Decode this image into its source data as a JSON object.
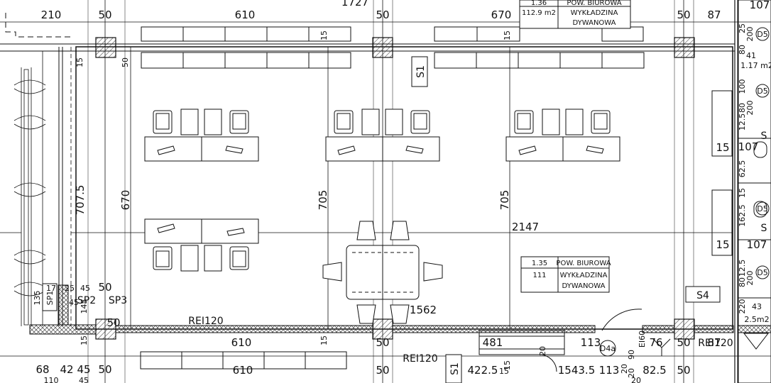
{
  "dimensions": {
    "top": [
      "210",
      "50",
      "610",
      "1727",
      "50",
      "670",
      "50",
      "87",
      "107"
    ],
    "bottom": [
      "68",
      "42",
      "45",
      "50",
      "110",
      "45",
      "610",
      "50",
      "422.5",
      "15",
      "1543.5",
      "113",
      "20",
      "82.5",
      "50"
    ],
    "wall_lower": [
      "17",
      "25",
      "45",
      "50",
      "135",
      "45",
      "145",
      "50",
      "610",
      "50",
      "1562",
      "481",
      "113",
      "76",
      "50",
      "87"
    ],
    "inner_small": [
      "15",
      "50",
      "15",
      "15",
      "15",
      "15",
      "15",
      "90",
      "20",
      "20",
      "20"
    ],
    "vertical": [
      "707.5",
      "670",
      "705",
      "705"
    ],
    "horizontal_main": "2147",
    "right_column": [
      "25",
      "80",
      "41",
      "100",
      "80",
      "12.5",
      "15",
      "62.5",
      "15",
      "162.5",
      "15",
      "12.5",
      "80",
      "220",
      "200",
      "200",
      "200"
    ],
    "right_small": [
      "107",
      "107",
      "43"
    ]
  },
  "rooms": {
    "top_right_table": {
      "coef": "1.36",
      "area": "112.9 m2",
      "type_label": "POW. BIUROWA",
      "finish_line1": "WYKŁADZINA",
      "finish_line2": "DYWANOWA"
    },
    "center_table": {
      "coef": "1.35",
      "area": "111",
      "type_label": "POW. BIUROWA",
      "finish_line1": "WYKŁADZINA",
      "finish_line2": "DYWANOWA"
    },
    "right_areas": [
      "1.17 m2",
      "2.5m2"
    ]
  },
  "tags": {
    "s1_top": "S1",
    "s1_bottom": "S1",
    "s4": "S4",
    "s_right1": "S",
    "s_right2": "S",
    "sp1": "SP1",
    "sp2": "SP2",
    "sp3": "SP3",
    "d5": [
      "D5",
      "D5",
      "D5",
      "D5"
    ],
    "d4a": "D4a",
    "ei60": "EI60"
  },
  "fire_ratings": [
    "REI120",
    "REI120",
    "REI120"
  ]
}
